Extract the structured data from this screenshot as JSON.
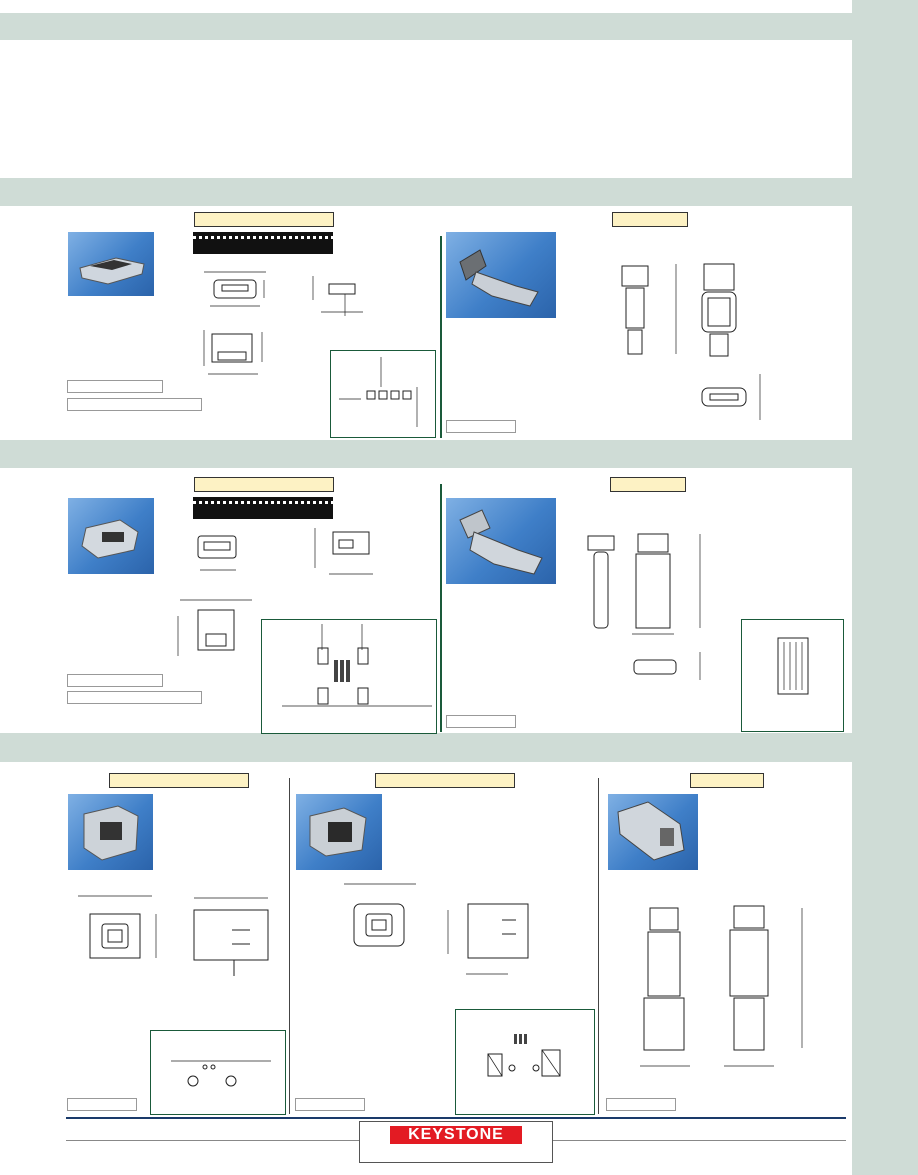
{
  "brand": {
    "logo_text": "KEYSTONE",
    "logo_color": "#e31b23"
  },
  "colors": {
    "band": "#cfdcd6",
    "part_label_bg": "#fdf2c4",
    "divider": "#1a5a3a",
    "photo": "#3f7fc8"
  },
  "sections": [
    {
      "id": "micro-usb",
      "panels": [
        "micro-b-receptacle",
        "micro-b-plug"
      ]
    },
    {
      "id": "mini-usb",
      "panels": [
        "mini-b-receptacle",
        "mini-b-plug"
      ]
    },
    {
      "id": "usb-type-b",
      "panels": [
        "type-b-receptacle-right-angle",
        "type-b-receptacle-smt",
        "type-b-plug"
      ]
    }
  ]
}
